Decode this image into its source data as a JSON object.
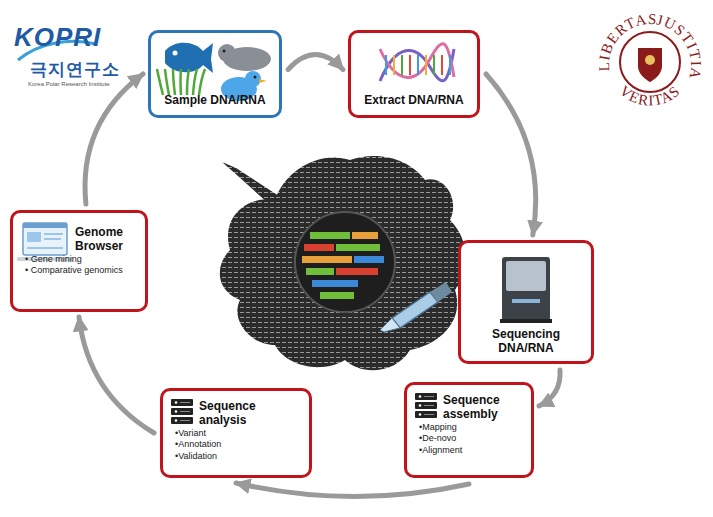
{
  "diagram": {
    "nodes": [
      {
        "text": [
          "Sample DNA/RNA"
        ]
      },
      {
        "text": [
          "Extract DNA/RNA"
        ]
      },
      {
        "text": [
          "Sequencing DNA/RNA"
        ]
      },
      {
        "text": [
          "Sequence assembly",
          "•Mapping",
          "•De-novo",
          "•Alignment"
        ]
      },
      {
        "text": [
          "Sequence analysis",
          "•Variant",
          "•Annotation",
          "•Validation"
        ]
      },
      {
        "text": [
          "Genome Browser",
          "• Gene mining",
          "• Comparative genomics"
        ]
      }
    ],
    "edges": [
      {
        "from": 0,
        "to": 1,
        "arrow": "to"
      },
      {
        "from": 1,
        "to": 2,
        "arrow": "to"
      },
      {
        "from": 2,
        "to": 3,
        "arrow": "to"
      },
      {
        "from": 3,
        "to": 4,
        "arrow": "to"
      },
      {
        "from": 4,
        "to": 5,
        "arrow": "to"
      },
      {
        "from": 5,
        "to": 0,
        "arrow": "to"
      }
    ],
    "labels": [
      "KOPRI",
      "극지연구소",
      "Korea Polar Research Institute",
      "LIBERTAS",
      "JUSTITIA",
      "VERITAS"
    ]
  }
}
